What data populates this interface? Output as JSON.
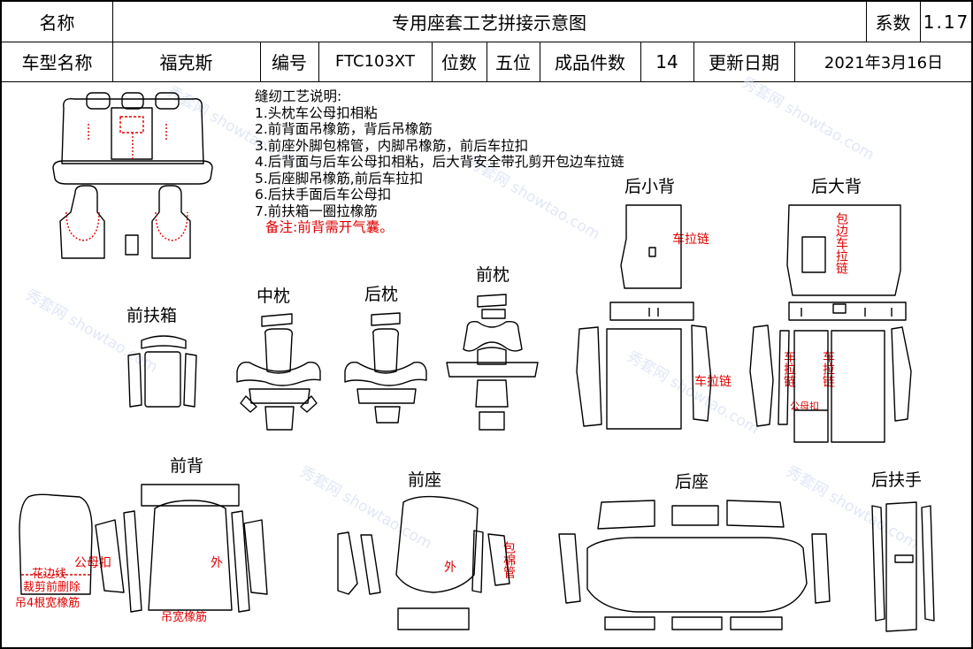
{
  "header": {
    "name_label": "名称",
    "title": "专用座套工艺拼接示意图",
    "coef_label": "系数",
    "coef_value": "1.17",
    "model_label": "车型名称",
    "model_value": "福克斯",
    "code_label": "编号",
    "code_value": "FTC103XT",
    "seats_label": "位数",
    "seats_value": "五位",
    "pieces_label": "成品件数",
    "pieces_value": "14",
    "date_label": "更新日期",
    "date_value": "2021年3月16日"
  },
  "notes": {
    "title": "缝纫工艺说明:",
    "items": [
      "1.头枕车公母扣相粘",
      "2.前背面吊橡筋，背后吊橡筋",
      "3.前座外脚包棉管，内脚吊橡筋，前后车拉扣",
      "4.后背面与后车公母扣相粘，后大背安全带孔剪开包边车拉链",
      "5.后座脚吊橡筋,前后车拉扣",
      "6.后扶手面后车公母扣",
      "7.前扶箱一圈拉橡筋"
    ],
    "remark": "备注:前背需开气囊。"
  },
  "sections": {
    "front_armbox": "前扶箱",
    "middle_pillow": "中枕",
    "rear_pillow": "后枕",
    "front_pillow": "前枕",
    "rear_small_back": "后小背",
    "rear_big_back": "后大背",
    "front_back": "前背",
    "front_seat": "前座",
    "rear_seat": "后座",
    "rear_armrest": "后扶手"
  },
  "annotations": {
    "zipper_1": "车拉链",
    "zipper_2": "车拉链",
    "binding_zipper": "包边车拉链",
    "zipper_left": "车拉链",
    "zipper_right": "车拉链",
    "snap_rear": "公母扣",
    "snap_front": "公母扣",
    "outer_back": "外",
    "lace_line_1": "花边线",
    "lace_line_2": "裁剪前删除",
    "elastic_4": "吊4根宽橡筋",
    "wide_elastic": "吊宽橡筋",
    "outer_seat": "外",
    "cotton_tube": "包棉管"
  },
  "watermark": "秀套网 showtao.com",
  "colors": {
    "annotation": "#e00000",
    "line": "#000000",
    "watermark": "#c8d4f0"
  }
}
